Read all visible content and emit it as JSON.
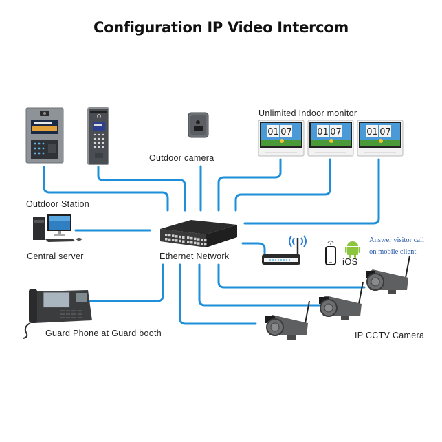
{
  "title": "Configuration IP Video Intercom",
  "colors": {
    "cable": "#1e8fd8",
    "device_dark": "#3a3a3a",
    "device_silver": "#9a9ea3",
    "android_green": "#8cc63f",
    "note_blue": "#2a5aa8"
  },
  "labels": {
    "outdoor_camera": "Outdoor camera",
    "indoor_monitor": "Unlimited Indoor monitor",
    "outdoor_station": "Outdoor Station",
    "central_server": "Central server",
    "ethernet_network": "Ethernet Network",
    "guard_phone": "Guard Phone at Guard booth",
    "cctv": "IP CCTV Camera",
    "mobile_line1": "Answer visitor call",
    "mobile_line2": "on mobile client",
    "ios": "iOS"
  },
  "monitor_screen": {
    "hour": "01",
    "minute": "07"
  },
  "devices": {
    "monitors_count": 3,
    "cctv_count": 3
  }
}
